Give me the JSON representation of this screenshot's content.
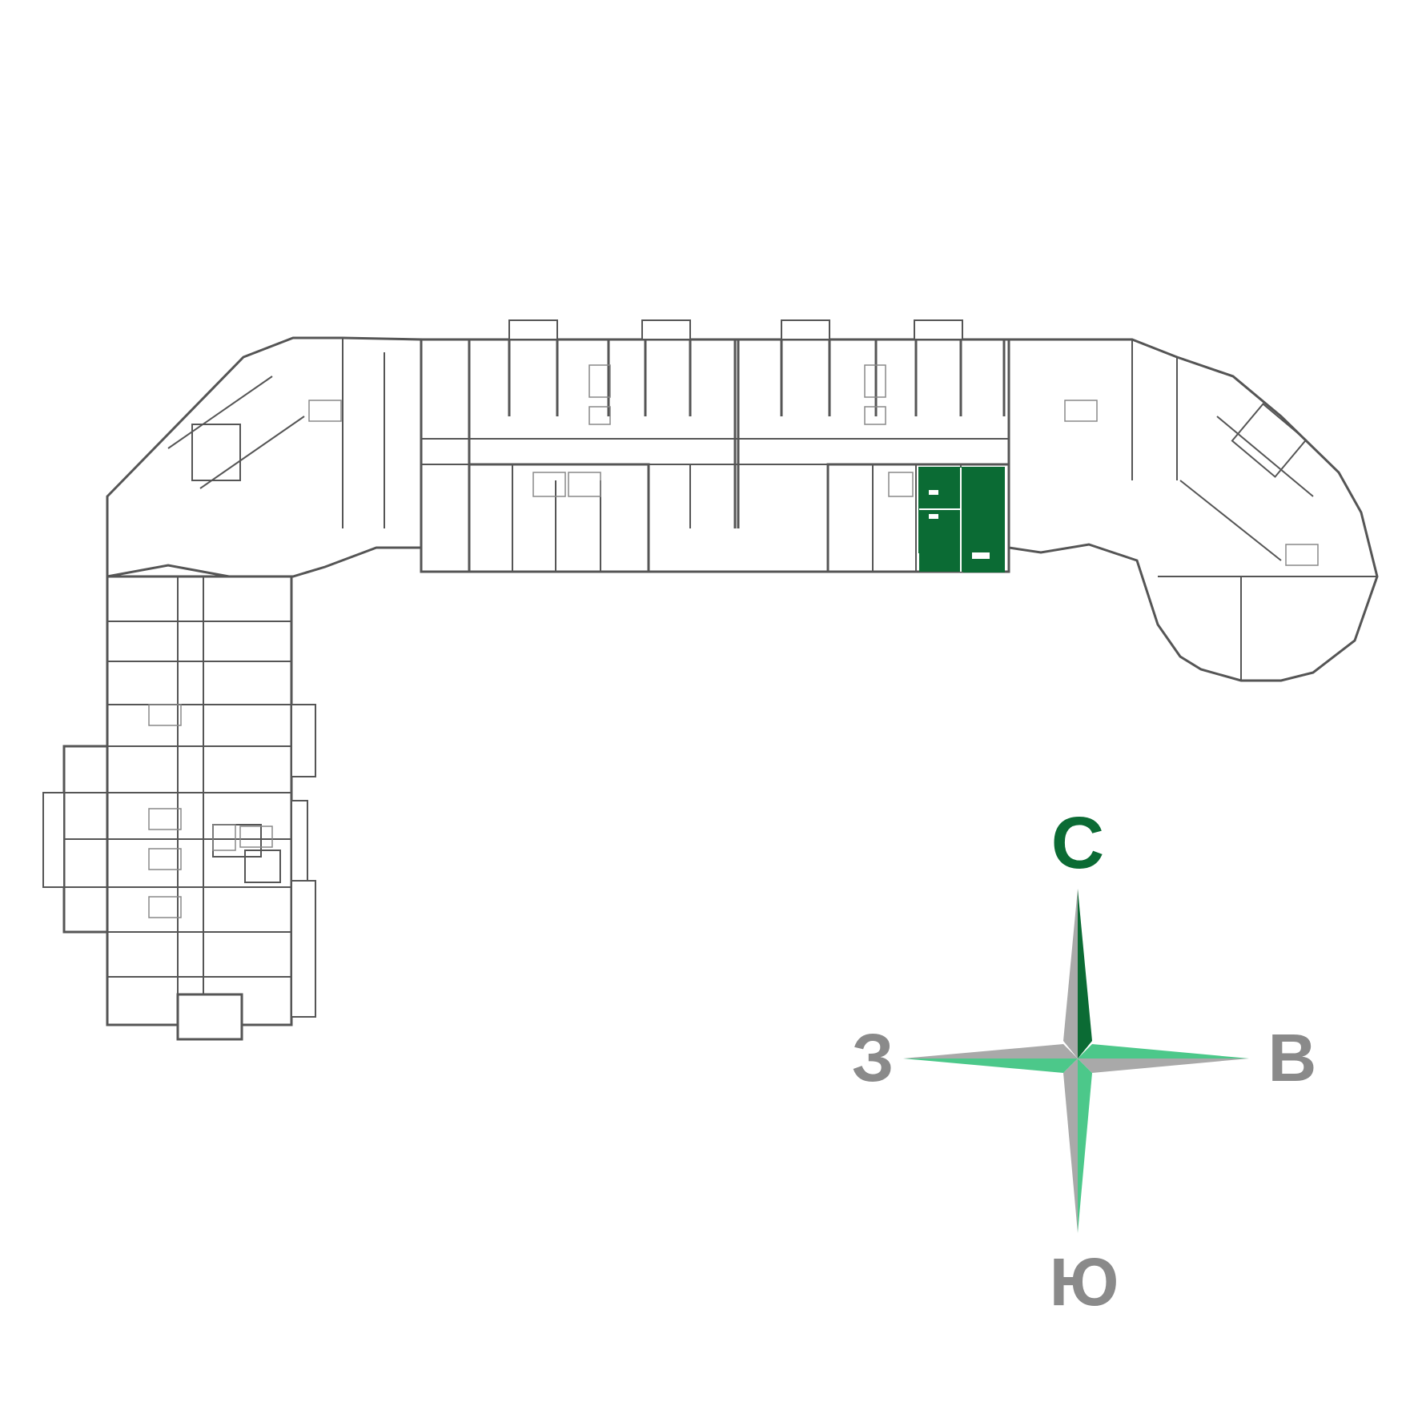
{
  "compass": {
    "north": "С",
    "south": "Ю",
    "west": "З",
    "east": "В"
  },
  "colors": {
    "background": "#ffffff",
    "wall": "#4d4d4d",
    "wall_light": "#9a9a9a",
    "highlight": "#0b6b34",
    "north_label": "#0b6b34",
    "other_labels": "#8a8a8a",
    "arrow_gray": "#a9a9a9",
    "arrow_green_light": "#4cc88a",
    "arrow_green_dark": "#0b6b34"
  },
  "plan": {
    "selected_apartment": "highlighted"
  }
}
